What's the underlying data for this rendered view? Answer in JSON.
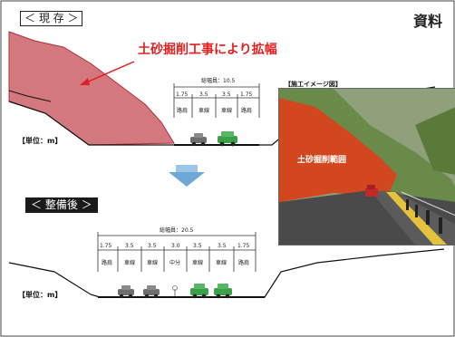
{
  "labels": {
    "current": "＜ 現 存 ＞",
    "after": "＜ 整備後 ＞",
    "doc_number": "資料",
    "excavation_note": "土砂掘削工事により拡幅",
    "unit_top": "【単位：m】",
    "unit_bottom": "【単位：m】",
    "construction_image": "【施工イメージ図】",
    "excavation_range": "土砂掘削範囲"
  },
  "current_section": {
    "total_width": "総幅員：10.5",
    "widths": [
      "1.75",
      "3.5",
      "3.5",
      "1.75"
    ],
    "lanes": [
      "路肩",
      "車線",
      "車線",
      "路肩"
    ]
  },
  "after_section": {
    "total_width": "総幅員：20.5",
    "widths": [
      "1.75",
      "3.5",
      "3.5",
      "3.0",
      "3.5",
      "3.5",
      "1.75"
    ],
    "lanes": [
      "路肩",
      "車線",
      "車線",
      "中分",
      "車線",
      "車線",
      "路肩"
    ]
  },
  "colors": {
    "slope_fill": "#d4787f",
    "slope_stroke": "#b0303a",
    "arrow_red": "#e02020",
    "car_gray": "#6e6e6e",
    "car_green": "#3aa04a",
    "photo_slope": "#d3471e",
    "arrow_blue": "#6ea8d6"
  }
}
